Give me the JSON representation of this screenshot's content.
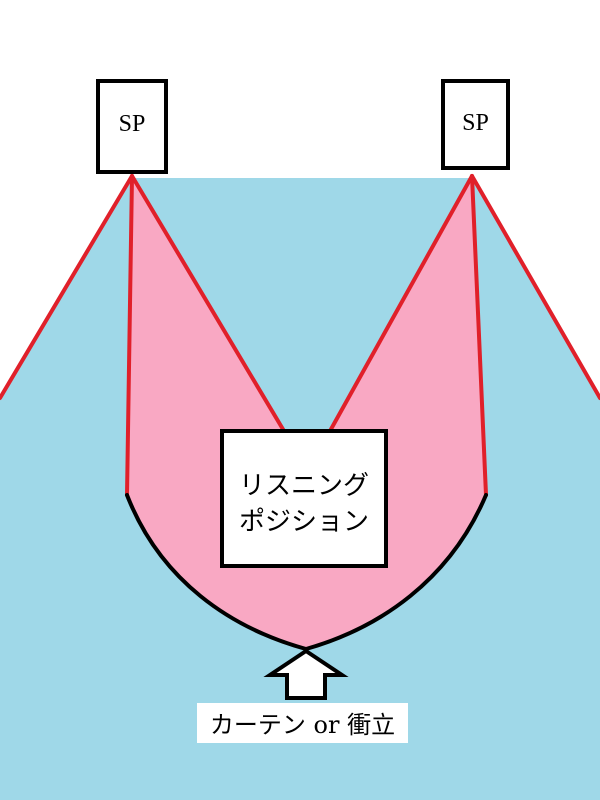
{
  "colors": {
    "background": "#ffffff",
    "room_area": "#9fd8e8",
    "reflection_zone": "#f9a8c3",
    "sound_ray": "#e0202a",
    "curtain_curve": "#000000",
    "box_fill": "#ffffff",
    "box_stroke": "#000000"
  },
  "speakers": {
    "left_label": "SP",
    "right_label": "SP"
  },
  "listening_position": {
    "line1": "リスニング",
    "line2": "ポジション"
  },
  "curtain": {
    "label": "カーテン or 衝立",
    "arrow_icon": "up-arrow-icon"
  }
}
